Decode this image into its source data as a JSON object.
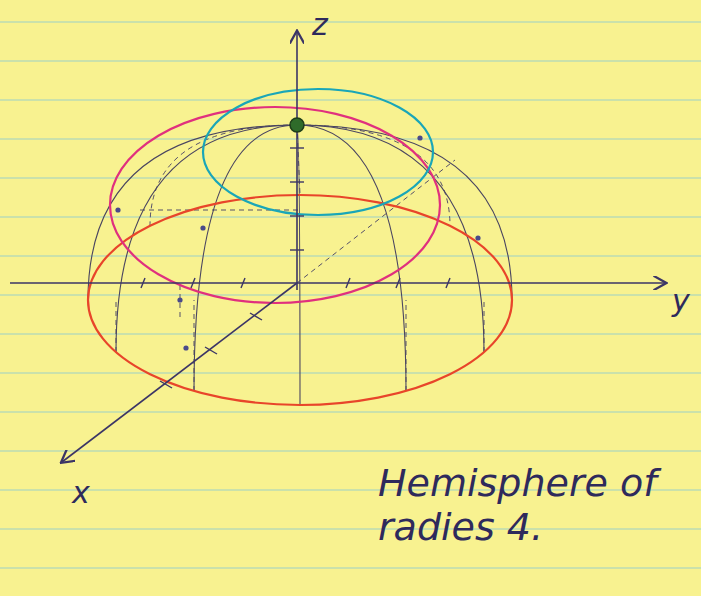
{
  "diagram": {
    "labels": [
      "z",
      "y",
      "x",
      "Hemisphere of radies 4."
    ]
  }
}
